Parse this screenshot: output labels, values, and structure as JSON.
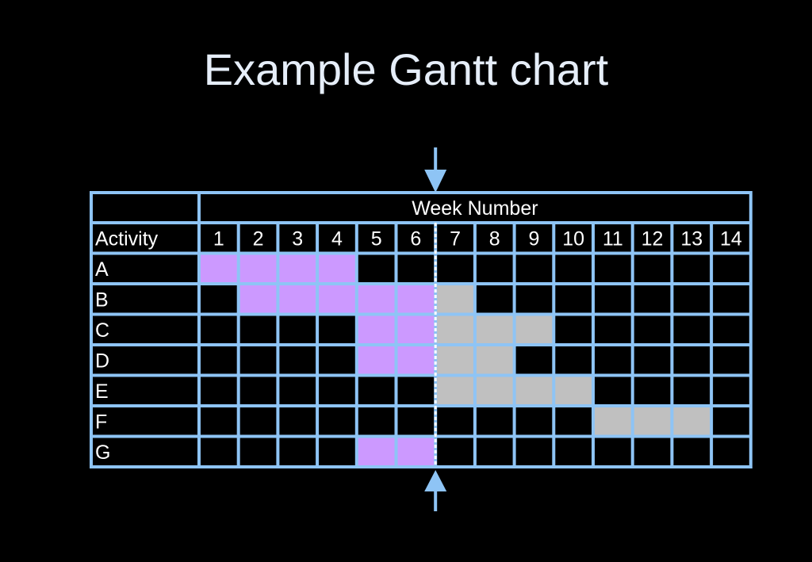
{
  "title": "Example Gantt chart",
  "chart_data": {
    "type": "table",
    "header_group_label": "Week Number",
    "row_header_label": "Activity",
    "weeks": [
      "1",
      "2",
      "3",
      "4",
      "5",
      "6",
      "7",
      "8",
      "9",
      "10",
      "11",
      "12",
      "13",
      "14"
    ],
    "current_week_marker_after": 6,
    "activities": [
      {
        "name": "A",
        "completed": [
          1,
          2,
          3,
          4
        ],
        "planned": []
      },
      {
        "name": "B",
        "completed": [
          2,
          3,
          4,
          5,
          6
        ],
        "planned": [
          7
        ]
      },
      {
        "name": "C",
        "completed": [
          5,
          6
        ],
        "planned": [
          7,
          8,
          9
        ]
      },
      {
        "name": "D",
        "completed": [
          5,
          6
        ],
        "planned": [
          7,
          8
        ]
      },
      {
        "name": "E",
        "completed": [],
        "planned": [
          7,
          8,
          9,
          10
        ]
      },
      {
        "name": "F",
        "completed": [],
        "planned": [
          11,
          12,
          13
        ]
      },
      {
        "name": "G",
        "completed": [
          5,
          6
        ],
        "planned": []
      }
    ],
    "colors": {
      "grid": "#8ec4f5",
      "completed": "#cc99ff",
      "planned": "#c0c0c0",
      "text": "#ffffff",
      "marker": "#ffffff",
      "arrow": "#8ec4f5",
      "background": "#000000"
    }
  }
}
